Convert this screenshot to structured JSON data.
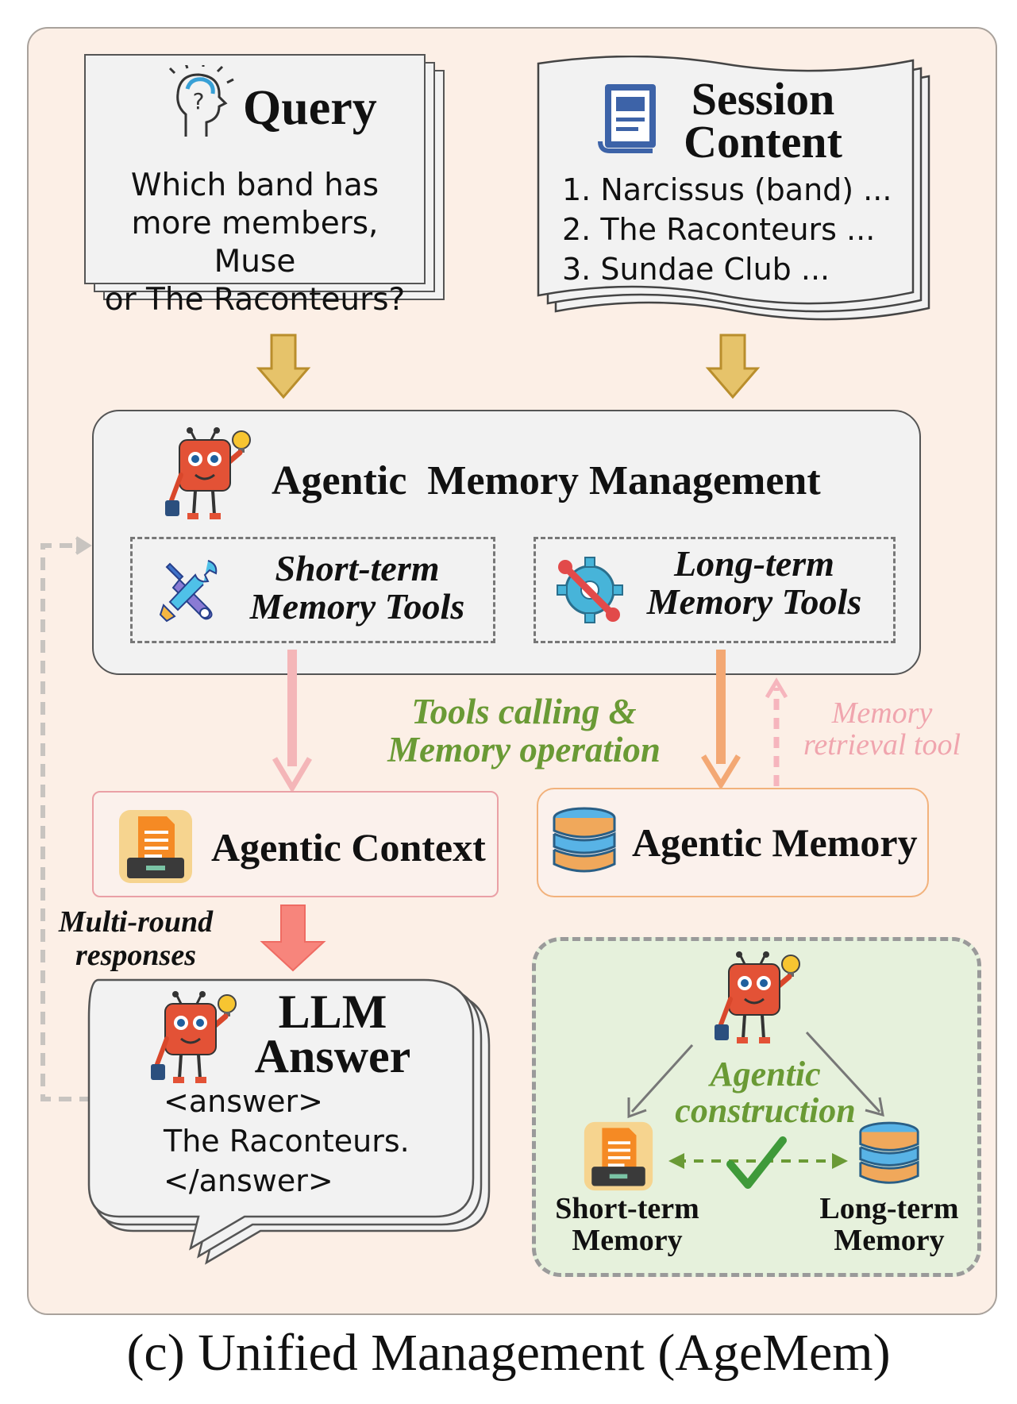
{
  "query": {
    "title": "Query",
    "lines": [
      "Which band has",
      "more members, Muse",
      "or The Raconteurs?"
    ]
  },
  "session": {
    "title_line1": "Session",
    "title_line2": "Content",
    "items": [
      "1. Narcissus (band) ...",
      "2. The Raconteurs ...",
      "3. Sundae Club ..."
    ]
  },
  "agentic_memory_management": {
    "title": "Agentic  Memory Management",
    "short_term_tools": [
      "Short-term",
      "Memory Tools"
    ],
    "long_term_tools": [
      "Long-term",
      "Memory Tools"
    ]
  },
  "labels": {
    "tools_calling": [
      "Tools calling &",
      "Memory operation"
    ],
    "memory_retrieval": [
      "Memory",
      "retrieval tool"
    ],
    "multi_round": [
      "Multi-round",
      "responses"
    ]
  },
  "agentic_context": {
    "title": "Agentic Context"
  },
  "agentic_memory": {
    "title": "Agentic Memory"
  },
  "llm_answer": {
    "title_line1": "LLM",
    "title_line2": "Answer",
    "lines": [
      "<answer>",
      "The Raconteurs.",
      "</answer>"
    ]
  },
  "construction": {
    "label": [
      "Agentic",
      "construction"
    ],
    "short_term": [
      "Short-term",
      "Memory"
    ],
    "long_term": [
      "Long-term",
      "Memory"
    ]
  },
  "caption": "(c) Unified Management (AgeMem)",
  "colors": {
    "panel_bg": "#fcefe6",
    "green_text": "#6a9a35",
    "pink_text": "#f0a5ae",
    "pink_arrow": "#f4b6b8",
    "orange_arrow": "#f3a874",
    "gold_arrow": "#d9b04a",
    "context_border": "#eaa0a6",
    "memory_border": "#f2b27c",
    "construction_bg": "#e6f1dc"
  },
  "icons": [
    "brain-question-icon",
    "document-icon",
    "robot-icon",
    "tools-icon",
    "gear-wrench-icon",
    "file-tray-icon",
    "database-icon",
    "checkmark-icon"
  ]
}
